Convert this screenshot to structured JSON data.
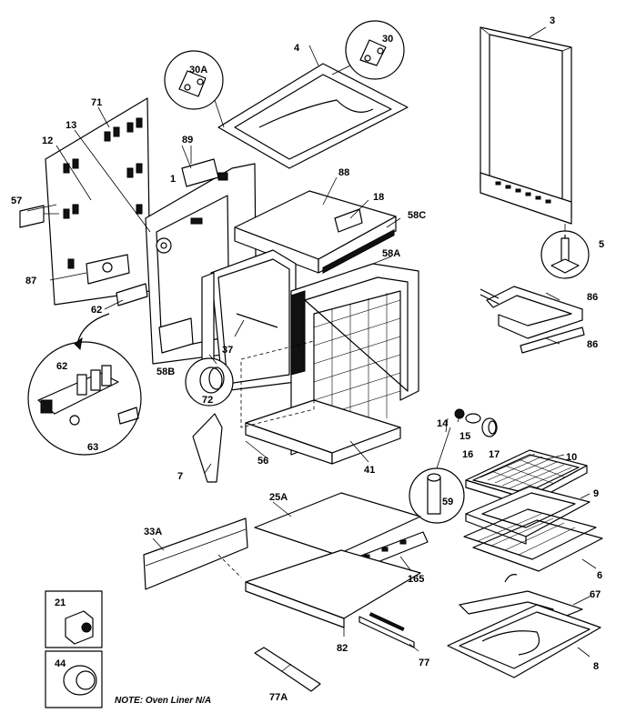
{
  "labels": {
    "l3": "3",
    "l4": "4",
    "l30": "30",
    "l30A": "30A",
    "l71": "71",
    "l13": "13",
    "l12": "12",
    "l89": "89",
    "l1": "1",
    "l88": "88",
    "l18": "18",
    "l58C": "58C",
    "l57": "57",
    "l5": "5",
    "l58A": "58A",
    "l87": "87",
    "l86": "86",
    "l62a": "62",
    "l86b": "86",
    "l37": "37",
    "l58B": "58B",
    "l72": "72",
    "l62b": "62",
    "l63": "63",
    "l14": "14",
    "l15": "15",
    "l16": "16",
    "l17": "17",
    "l10": "10",
    "l56": "56",
    "l41": "41",
    "l59": "59",
    "l9": "9",
    "l7": "7",
    "l25A": "25A",
    "l33A": "33A",
    "l165": "165",
    "l6": "6",
    "l67": "67",
    "l21": "21",
    "l82": "82",
    "l77": "77",
    "l8": "8",
    "l44": "44",
    "l77A": "77A"
  },
  "note": "NOTE: Oven Liner N/A"
}
